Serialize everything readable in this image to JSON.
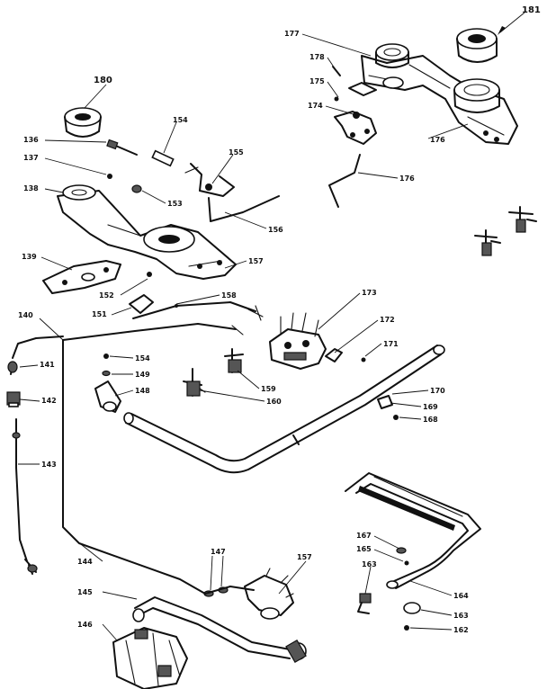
{
  "labels": {
    "l_181": "181",
    "l_177": "177",
    "l_178": "178",
    "l_175": "175",
    "l_174": "174",
    "l_176a": "176",
    "l_176b": "176",
    "l_180": "180",
    "l_136": "136",
    "l_154": "154",
    "l_137": "137",
    "l_155": "155",
    "l_138": "138",
    "l_153": "153",
    "l_156": "156",
    "l_139": "139",
    "l_157": "157",
    "l_152": "152",
    "l_158": "158",
    "l_151": "151",
    "l_140": "140",
    "l_173": "173",
    "l_172": "172",
    "l_171": "171",
    "l_141": "141",
    "l_154b": "154",
    "l_149": "149",
    "l_148": "148",
    "l_159": "159",
    "l_160": "160",
    "l_170": "170",
    "l_169": "169",
    "l_168": "168",
    "l_142": "142",
    "l_143": "143",
    "l_167": "167",
    "l_165": "165",
    "l_163": "163",
    "l_164": "164",
    "l_147": "147",
    "l_157b": "157",
    "l_144": "144",
    "l_145": "145",
    "l_146": "146",
    "l_163b": "163",
    "l_162": "162"
  }
}
